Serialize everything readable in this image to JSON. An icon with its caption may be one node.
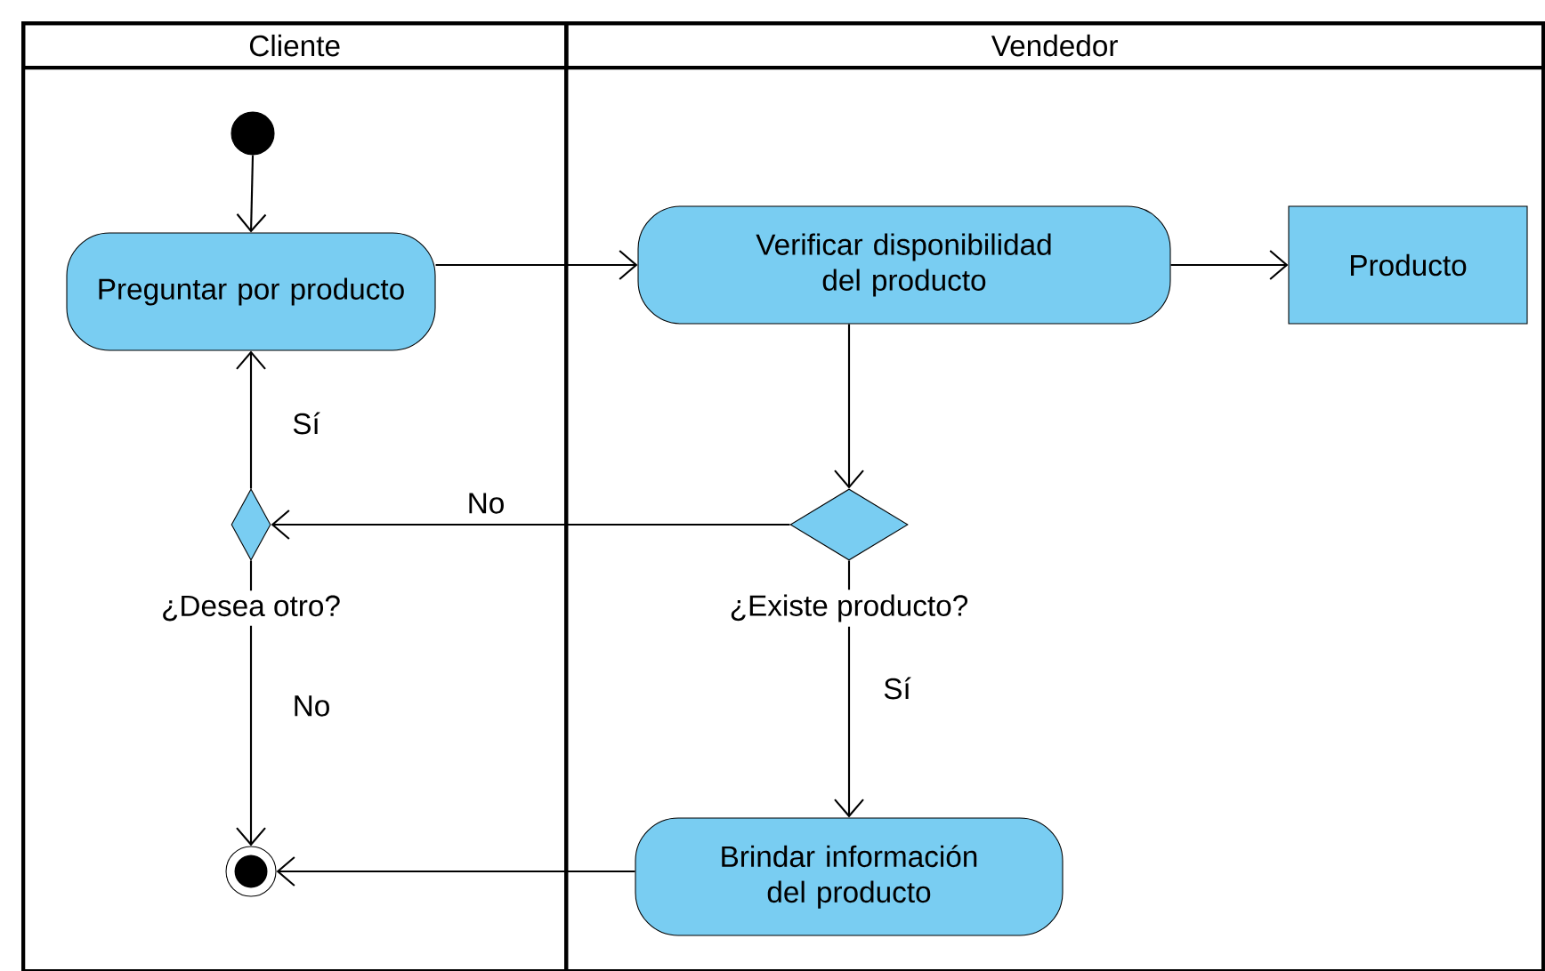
{
  "diagram": {
    "nodes": [
      {
        "text": [
          "Cliente"
        ]
      },
      {
        "text": [
          "Vendedor"
        ]
      },
      {
        "text": [],
        "shape": "circle",
        "in": 0
      },
      {
        "text": [
          "Preguntar por producto"
        ],
        "in": 0
      },
      {
        "text": [
          "Verificar disponibilidad del producto"
        ],
        "in": 1
      },
      {
        "text": [
          "Producto"
        ],
        "in": 1
      },
      {
        "text": [],
        "shape": "diamond",
        "in": 1,
        "beside": [
          "¿Existe producto?"
        ]
      },
      {
        "text": [],
        "shape": "diamond",
        "in": 0,
        "beside": [
          "¿Desea otro?"
        ]
      },
      {
        "text": [
          "Brindar información del producto"
        ],
        "in": 1
      },
      {
        "text": [],
        "shape": "circle",
        "in": 0
      }
    ],
    "edges": [
      {
        "from": 2,
        "to": 3,
        "arrow": "to"
      },
      {
        "from": 3,
        "to": 4,
        "arrow": "to"
      },
      {
        "from": 4,
        "to": 5,
        "arrow": "to"
      },
      {
        "from": 4,
        "to": 6,
        "arrow": "to"
      },
      {
        "from": 6,
        "to": 7,
        "arrow": "to",
        "label": "No"
      },
      {
        "from": 7,
        "to": 3,
        "arrow": "to",
        "label": "Sí"
      },
      {
        "from": 6,
        "to": 8,
        "arrow": "to",
        "label": "Sí"
      },
      {
        "from": 7,
        "to": 9,
        "arrow": "to",
        "label": "No"
      },
      {
        "from": 8,
        "to": 9,
        "arrow": "to"
      }
    ]
  }
}
